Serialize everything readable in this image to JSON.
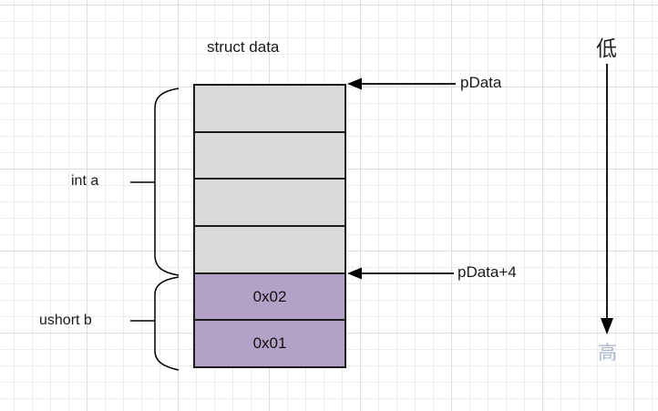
{
  "colors": {
    "cell_gray": "#d9d9d9",
    "cell_purple": "#b3a2c7",
    "border": "#1c1c1c",
    "line": "#000000",
    "high_label": "#a9b7cf",
    "grid_fine": "#ededed",
    "grid_coarse": "#dddddd"
  },
  "diagram": {
    "title": "struct data",
    "memory_cells": [
      {
        "value": "",
        "group": "int-a"
      },
      {
        "value": "",
        "group": "int-a"
      },
      {
        "value": "",
        "group": "int-a"
      },
      {
        "value": "",
        "group": "int-a"
      },
      {
        "value": "0x02",
        "group": "ushort-b"
      },
      {
        "value": "0x01",
        "group": "ushort-b"
      }
    ],
    "field_labels": {
      "int_a": "int a",
      "ushort_b": "ushort b"
    },
    "pointer_labels": {
      "pdata": "pData",
      "pdata_plus_4": "pData+4"
    },
    "address_direction": {
      "low": "低",
      "high": "高"
    }
  }
}
